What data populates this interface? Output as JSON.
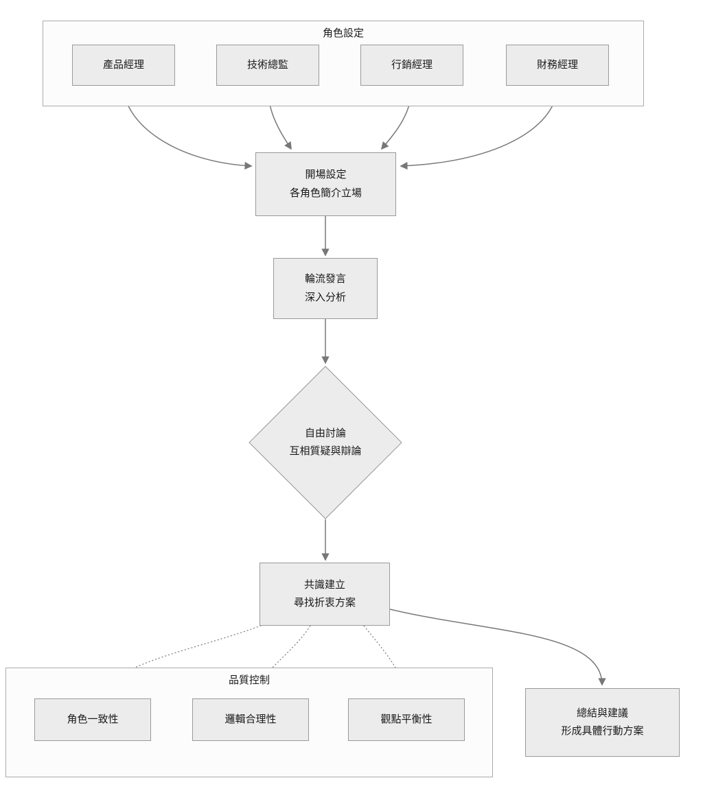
{
  "diagram": {
    "roles_container": {
      "title": "角色設定"
    },
    "roles": [
      {
        "label": "產品經理"
      },
      {
        "label": "技術總監"
      },
      {
        "label": "行銷經理"
      },
      {
        "label": "財務經理"
      }
    ],
    "nodes": {
      "opening": {
        "line1": "開場設定",
        "line2": "各角色簡介立場"
      },
      "turns": {
        "line1": "輪流發言",
        "line2": "深入分析"
      },
      "discussion": {
        "line1": "自由討論",
        "line2": "互相質疑與辯論"
      },
      "consensus": {
        "line1": "共識建立",
        "line2": "尋找折衷方案"
      },
      "summary": {
        "line1": "總結與建議",
        "line2": "形成具體行動方案"
      }
    },
    "quality_container": {
      "title": "品質控制"
    },
    "quality_nodes": [
      {
        "label": "角色一致性"
      },
      {
        "label": "邏輯合理性"
      },
      {
        "label": "觀點平衡性"
      }
    ],
    "colors": {
      "node_fill": "#ececec",
      "node_border": "#999999",
      "container_fill": "#fcfcfc",
      "container_border": "#aaaaaa",
      "edge": "#777777",
      "text": "#1a1a1a"
    }
  }
}
